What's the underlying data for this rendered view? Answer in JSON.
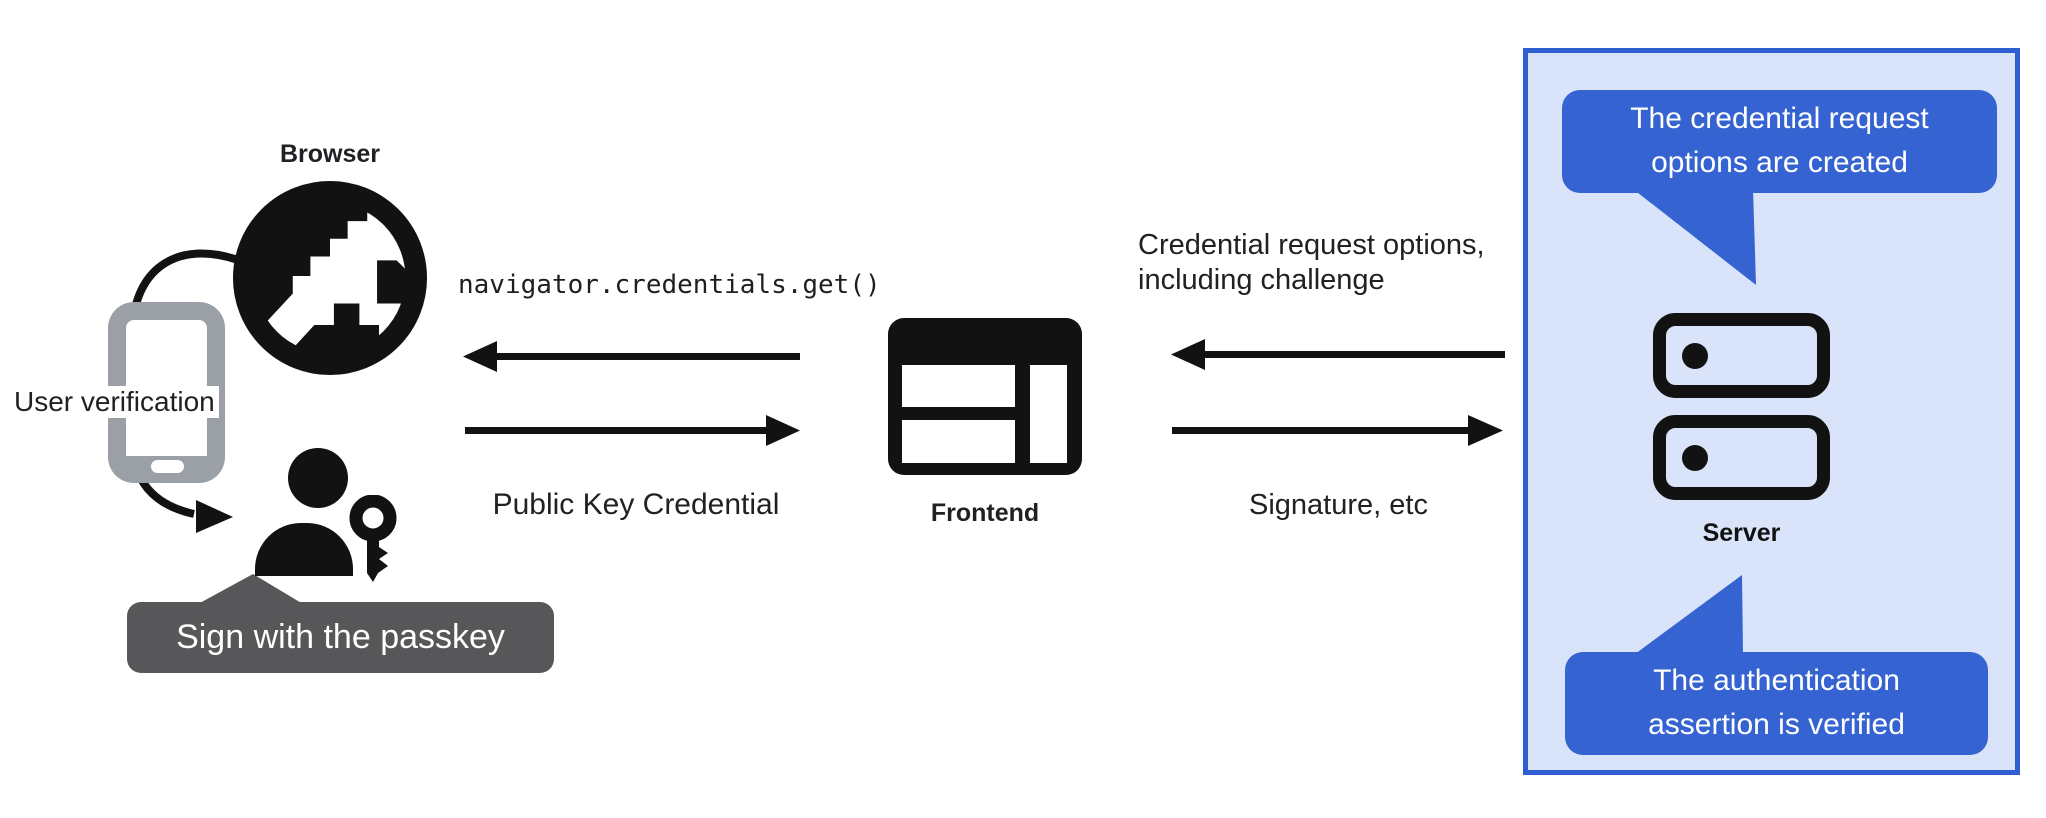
{
  "diagram": {
    "title_hint": "Passkey authentication flow",
    "browser": {
      "label": "Browser",
      "user_verification_label": "User verification",
      "tooltip": "Sign with the passkey"
    },
    "frontend": {
      "label": "Frontend",
      "code_call": "navigator.credentials.get()",
      "return_label": "Public Key Credential"
    },
    "server": {
      "label": "Server",
      "request_label_lines": [
        "Credential request options,",
        "including challenge"
      ],
      "response_label": "Signature, etc",
      "bubble_top_lines": [
        "The credential request",
        "options are created"
      ],
      "bubble_bottom_lines": [
        "The authentication",
        "assertion is verified"
      ]
    },
    "icons": {
      "globe": "globe-icon",
      "phone": "smartphone-icon",
      "person": "user-icon",
      "key": "key-icon",
      "frontend": "browser-window-icon",
      "server": "server-icon"
    },
    "colors": {
      "ink": "#202124",
      "icon_black": "#121212",
      "phone_gray": "#9aa0a6",
      "tooltip_gray": "#57575a",
      "bubble_blue": "#3563d2",
      "panel_fill": "#d9e3f9",
      "panel_border": "#2e5ed0"
    }
  }
}
